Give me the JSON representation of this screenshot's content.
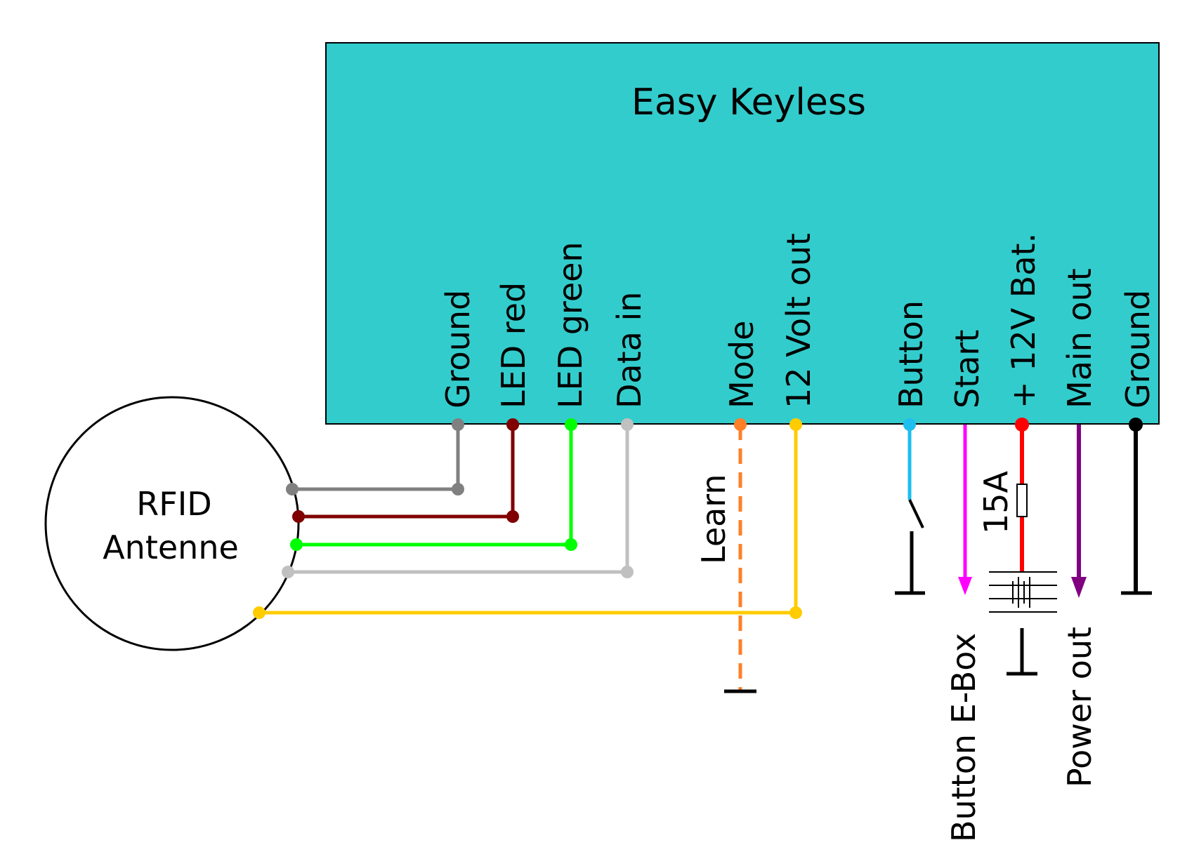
{
  "module": {
    "title": "Easy Keyless",
    "fill": "#33CCCC"
  },
  "antenna": {
    "line1": "RFID",
    "line2": "Antenne"
  },
  "pins": [
    {
      "id": "ground-left",
      "label": "Ground",
      "color": "#808080"
    },
    {
      "id": "led-red",
      "label": "LED red",
      "color": "#800000"
    },
    {
      "id": "led-green",
      "label": "LED green",
      "color": "#00FF00"
    },
    {
      "id": "data-in",
      "label": "Data in",
      "color": "#C0C0C0"
    },
    {
      "id": "mode",
      "label": "Mode",
      "color": "#FF7F27"
    },
    {
      "id": "12-volt-out",
      "label": "12 Volt out",
      "color": "#FFCC00"
    },
    {
      "id": "button",
      "label": "Button",
      "color": "#1EBEF0"
    },
    {
      "id": "start",
      "label": "Start",
      "color": "#FF00FF"
    },
    {
      "id": "12v-bat",
      "label": "+ 12V Bat.",
      "color": "#FF0000"
    },
    {
      "id": "main-out",
      "label": "Main out",
      "color": "#800080"
    },
    {
      "id": "ground-right",
      "label": "Ground",
      "color": "#000000"
    }
  ],
  "external_labels": {
    "learn": "Learn",
    "fuse": "15A",
    "button_ebox": "Button E-Box",
    "power_out": "Power out"
  }
}
